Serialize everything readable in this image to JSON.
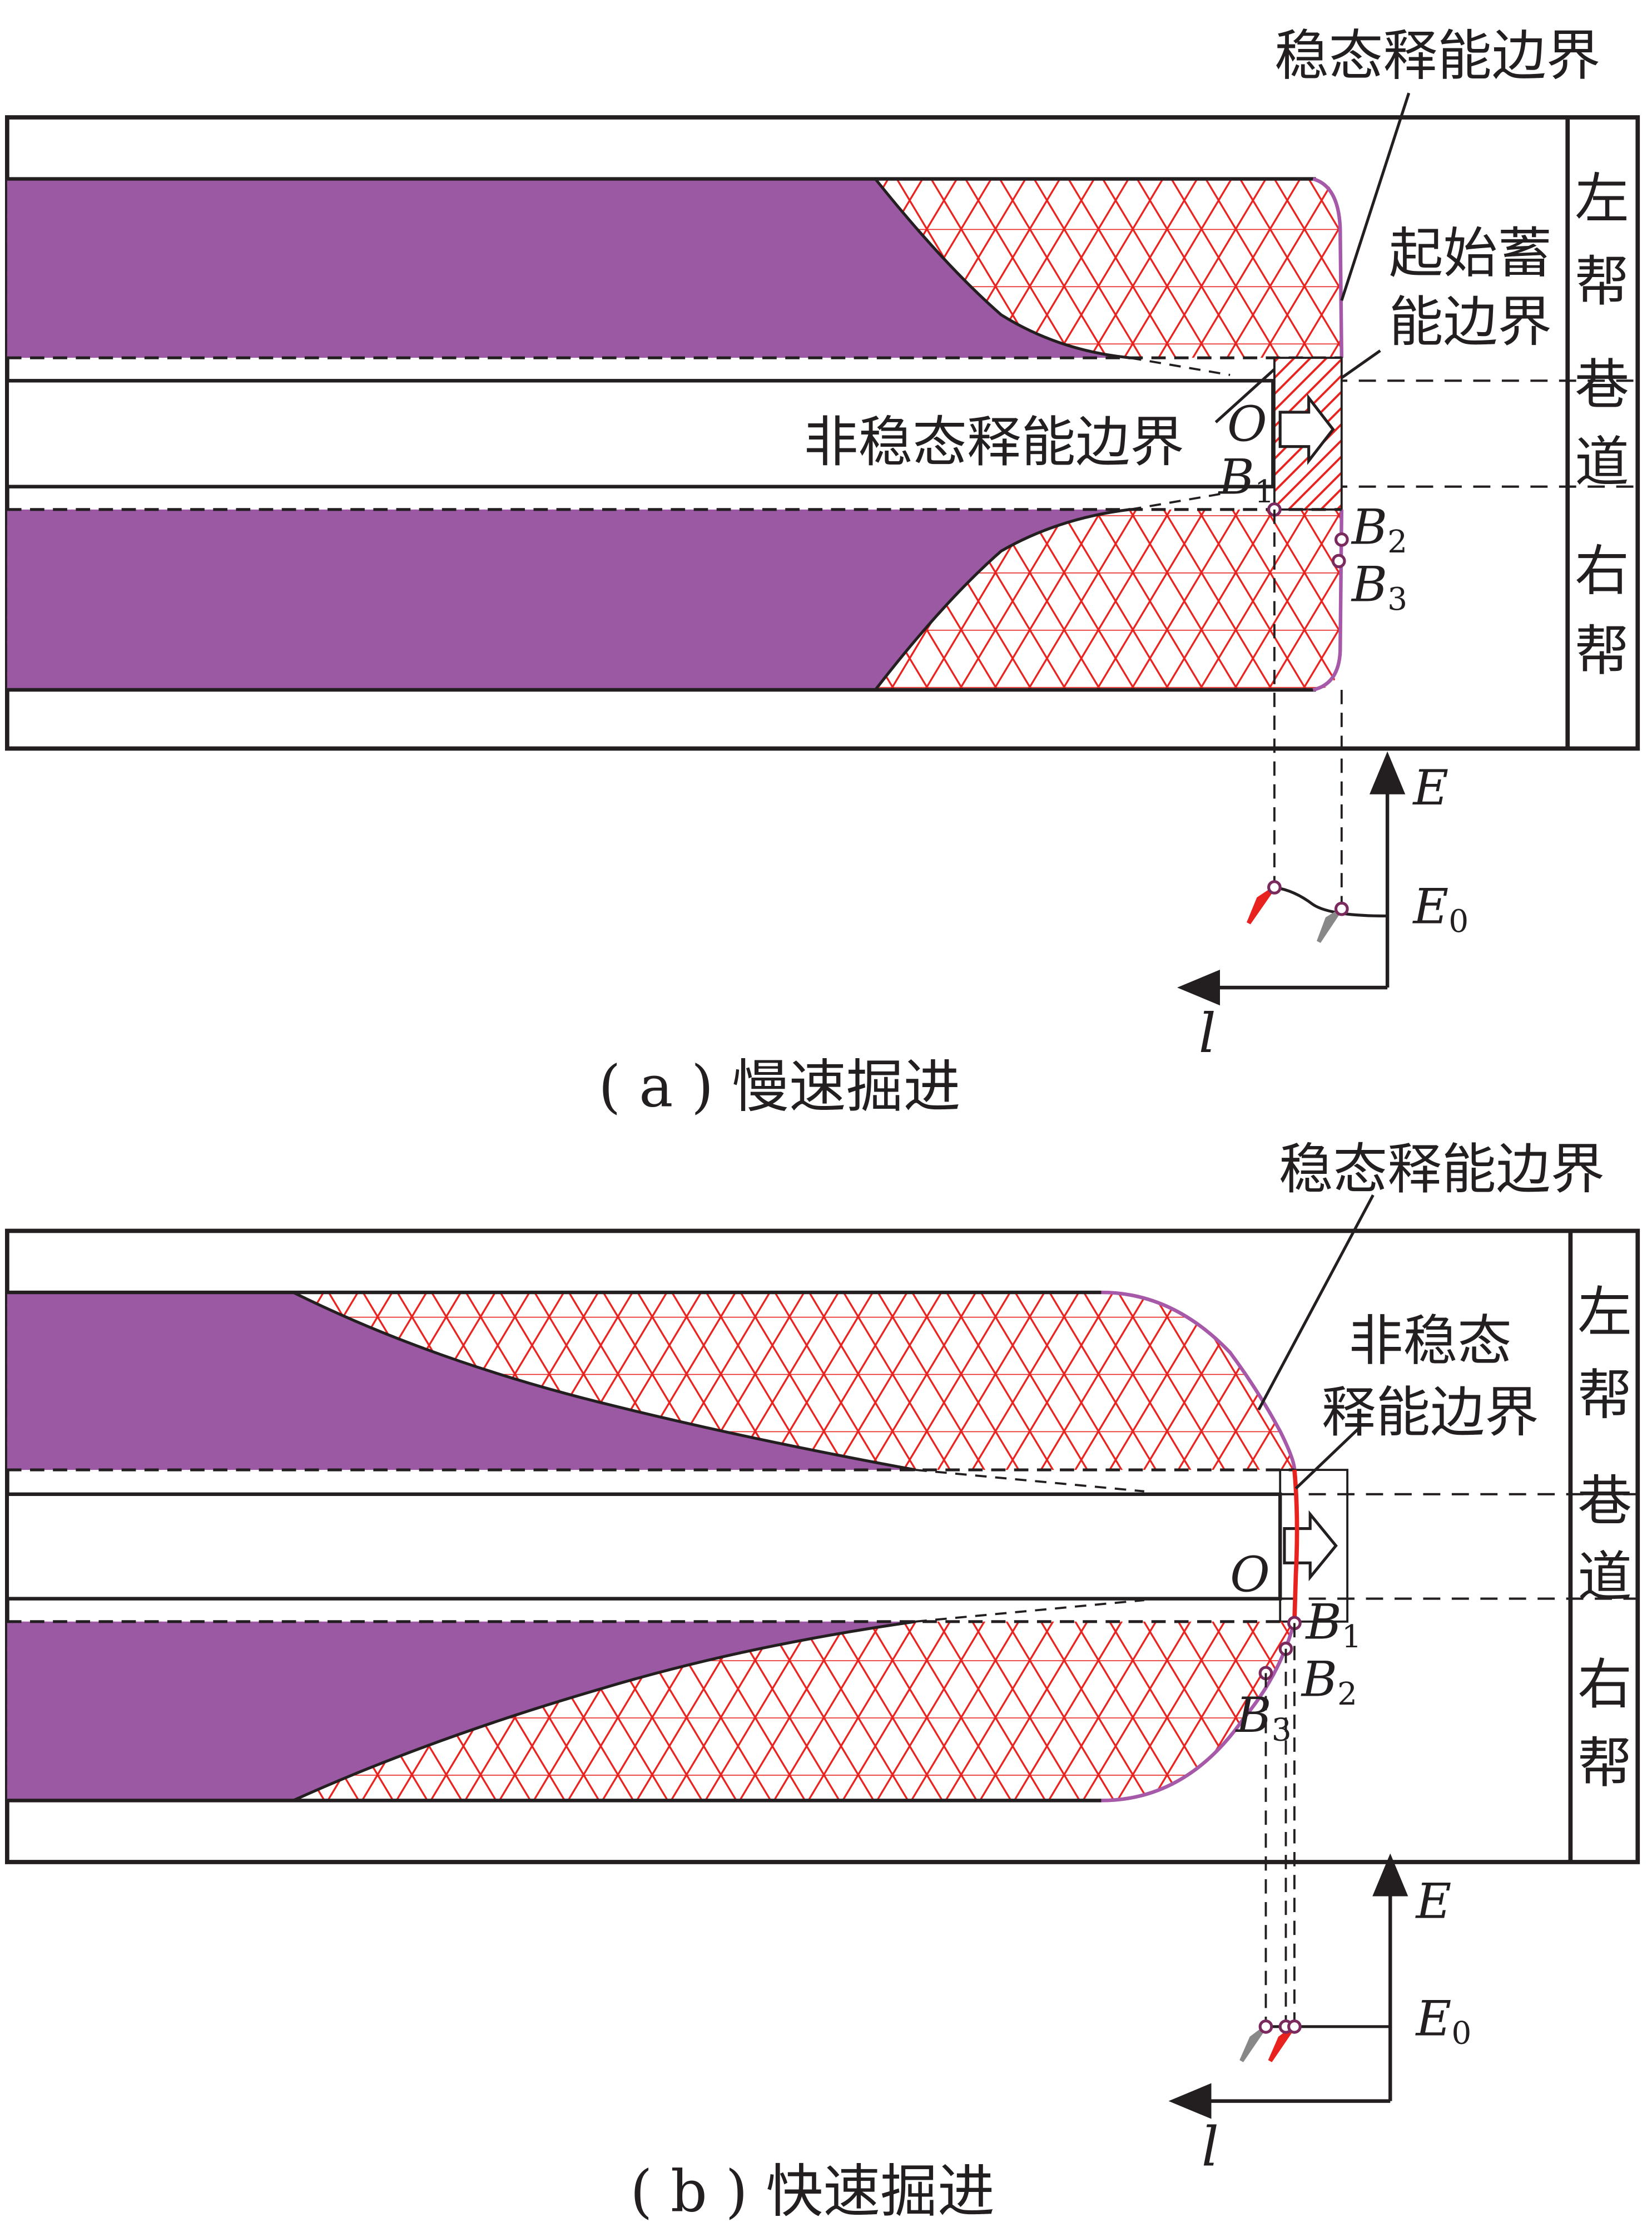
{
  "panel_a": {
    "caption": "( a ) 慢速掘进",
    "labels": {
      "steady_release_boundary": "稳态释能边界",
      "initial_storage_boundary_line1": "起始蓄",
      "initial_storage_boundary_line2": "能边界",
      "unsteady_release_boundary": "非稳态释能边界",
      "left_wall_1": "左",
      "left_wall_2": "帮",
      "roadway_1": "巷",
      "roadway_2": "道",
      "right_wall_1": "右",
      "right_wall_2": "帮",
      "point_o": "O",
      "point_b1": "B",
      "point_b1_sub": "1",
      "point_b2": "B",
      "point_b2_sub": "2",
      "point_b3": "B",
      "point_b3_sub": "3",
      "axis_e": "E",
      "axis_e0": "E",
      "axis_e0_sub": "0",
      "axis_l": "l"
    }
  },
  "panel_b": {
    "caption": "( b ) 快速掘进",
    "labels": {
      "steady_release_boundary": "稳态释能边界",
      "unsteady_release_boundary_line1": "非稳态",
      "unsteady_release_boundary_line2": "释能边界",
      "left_wall_1": "左",
      "left_wall_2": "帮",
      "roadway_1": "巷",
      "roadway_2": "道",
      "right_wall_1": "右",
      "right_wall_2": "帮",
      "point_o": "O",
      "point_b1": "B",
      "point_b1_sub": "1",
      "point_b2": "B",
      "point_b2_sub": "2",
      "point_b3": "B",
      "point_b3_sub": "3",
      "axis_e": "E",
      "axis_e0": "E",
      "axis_e0_sub": "0",
      "axis_l": "l"
    }
  },
  "colors": {
    "purple_zone": "#9b59a3",
    "mesh": "#e8231f",
    "boundary_purple": "#a659a8",
    "line": "#231f20"
  }
}
